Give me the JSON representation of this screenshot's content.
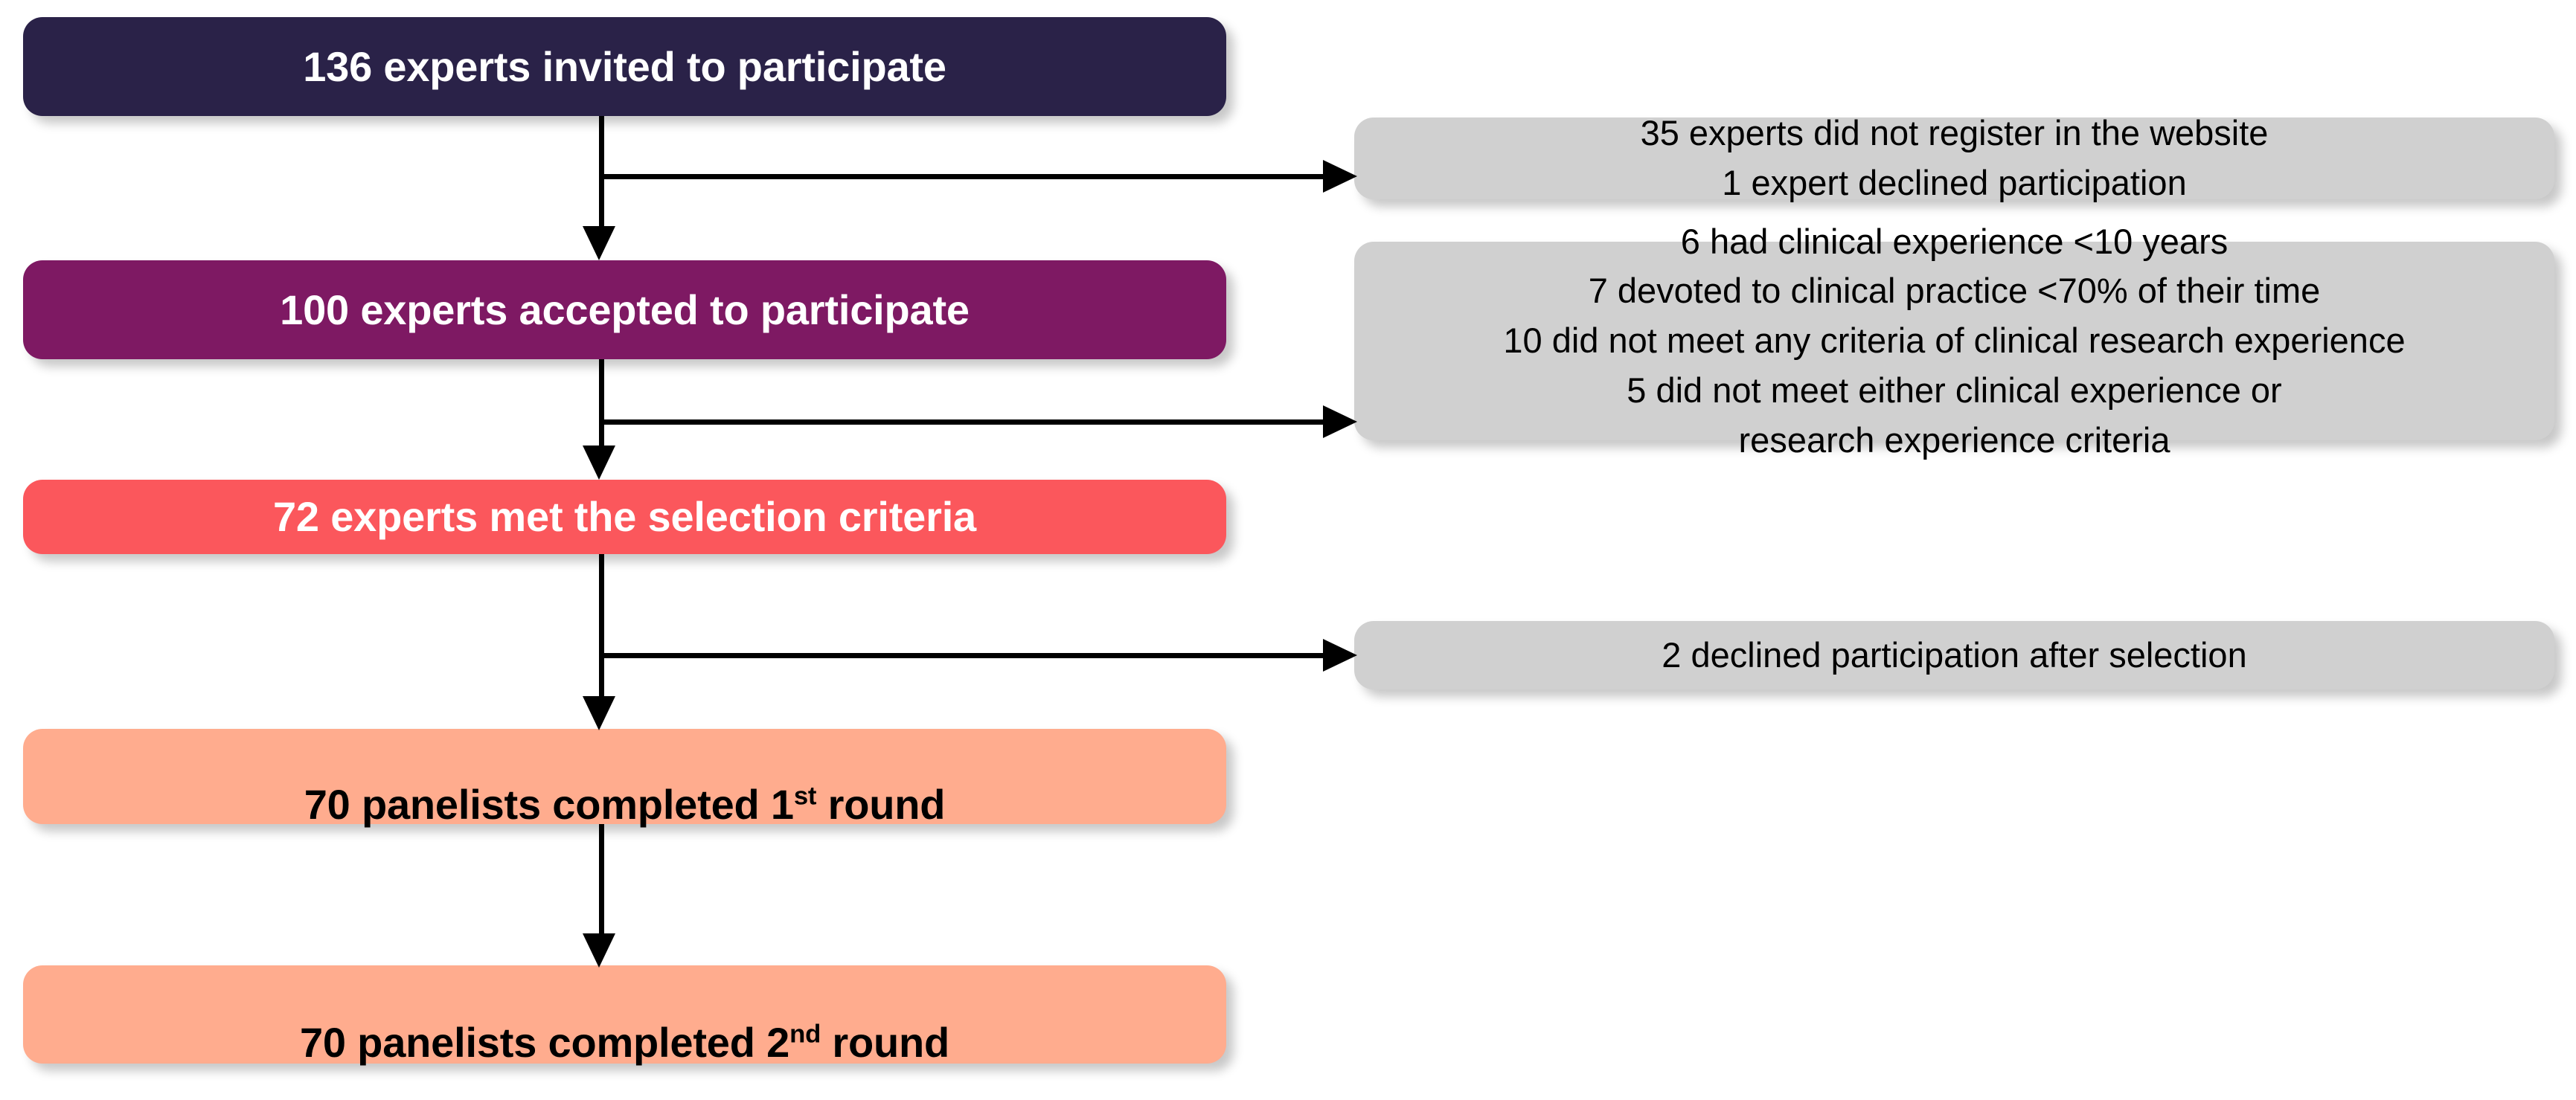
{
  "diagram": {
    "type": "flowchart",
    "title": "Delphi expert panel recruitment flow",
    "colors": {
      "navy": "#2a2248",
      "purple": "#7e1963",
      "red": "#fb575c",
      "coral": "#ffac8e",
      "grey": "#d0d0d0",
      "connector": "#000000",
      "page_background": "#ffffff"
    },
    "main_nodes": [
      {
        "id": "invited",
        "text": "136 experts invited to participate",
        "count": 136,
        "fill": "#2a2248",
        "text_color": "#ffffff"
      },
      {
        "id": "accepted",
        "text": "100 experts accepted to participate",
        "count": 100,
        "fill": "#7e1963",
        "text_color": "#ffffff"
      },
      {
        "id": "met-criteria",
        "text": "72 experts met the selection criteria",
        "count": 72,
        "fill": "#fb575c",
        "text_color": "#ffffff"
      },
      {
        "id": "round-1",
        "text_before": "70 panelists completed 1",
        "superscript": "st",
        "text_after": " round",
        "count": 70,
        "fill": "#ffac8e",
        "text_color": "#000000"
      },
      {
        "id": "round-2",
        "text_before": "70 panelists completed 2",
        "superscript": "nd",
        "text_after": " round",
        "count": 70,
        "fill": "#ffac8e",
        "text_color": "#000000"
      }
    ],
    "side_nodes": [
      {
        "id": "exclusion-1",
        "fill": "#d0d0d0",
        "lines": [
          "35 experts did not register in the website",
          "1 expert declined participation"
        ],
        "text": "35 experts did not register in the website\n1 expert declined participation"
      },
      {
        "id": "exclusion-2",
        "fill": "#d0d0d0",
        "lines": [
          "6 had clinical experience <10 years",
          "7 devoted to clinical practice <70% of their time",
          "10 did not meet any criteria of clinical research experience",
          "5 did not meet either clinical experience or",
          "research experience criteria"
        ],
        "text": "6 had clinical experience <10 years\n7 devoted to clinical practice <70% of their time\n10 did not meet any criteria of clinical research experience\n5 did not meet either clinical experience or\nresearch experience criteria"
      },
      {
        "id": "exclusion-3",
        "fill": "#d0d0d0",
        "lines": [
          "2 declined participation after selection"
        ],
        "text": "2 declined participation after selection"
      }
    ]
  }
}
